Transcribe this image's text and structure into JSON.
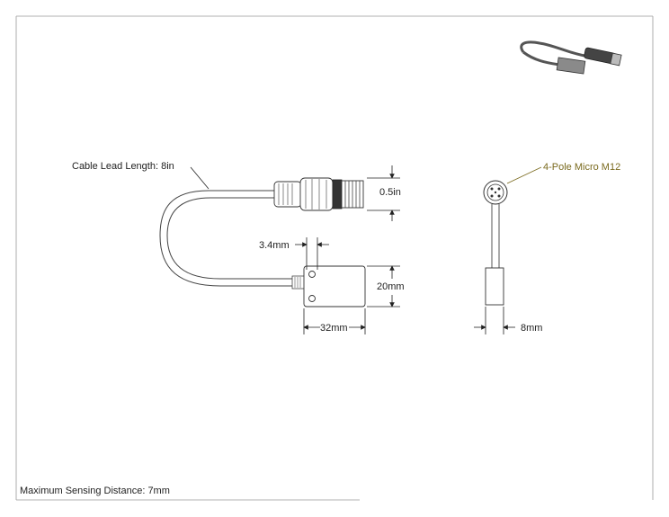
{
  "labels": {
    "cable_lead": "Cable Lead Length: 8in",
    "connector_diameter": "0.5in",
    "hole_offset": "3.4mm",
    "body_height": "20mm",
    "body_width": "32mm",
    "body_thickness": "8mm",
    "connector_type": "4-Pole Micro M12",
    "sensing_distance": "Maximum Sensing Distance: 7mm"
  },
  "colors": {
    "accent": "#7a6a1e",
    "line": "#222222"
  }
}
